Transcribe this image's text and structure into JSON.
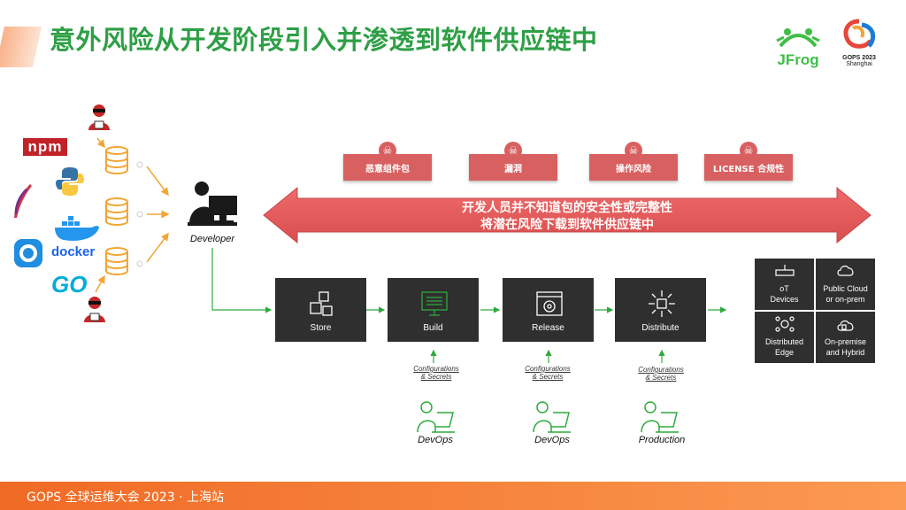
{
  "title": "意外风险从开发阶段引入并渗透到软件供应链中",
  "logos": {
    "jfrog": "JFrog",
    "gops_year": "GOPS 2023",
    "gops_city": "Shanghai",
    "npm": "npm",
    "docker": "docker",
    "go": "GO"
  },
  "risks": [
    "恶意组件包",
    "漏洞",
    "操作风险",
    "LICENSE 合规性"
  ],
  "banner": {
    "line1": "开发人员并不知道包的安全性或完整性",
    "line2": "将潜在风险下载到软件供应链中"
  },
  "developer_label": "Developer",
  "stages": [
    "Store",
    "Build",
    "Release",
    "Distribute"
  ],
  "targets": [
    {
      "line1": "oT",
      "line2": "Devices"
    },
    {
      "line1": "Public Cloud",
      "line2": "or on-prem"
    },
    {
      "line1": "Distributed",
      "line2": "Edge"
    },
    {
      "line1": "On-premise",
      "line2": "and Hybrid"
    }
  ],
  "config": {
    "line1": "Configurations",
    "line2": "& Secrets"
  },
  "people": [
    "DevOps",
    "DevOps",
    "Production"
  ],
  "footer": "GOPS 全球运维大会 2023 · 上海站",
  "colors": {
    "title": "#2e9f45",
    "risk": "#d86060",
    "stage": "#2f2f2f",
    "footer": "#f06a25",
    "arrow": "#2eaa3c"
  }
}
